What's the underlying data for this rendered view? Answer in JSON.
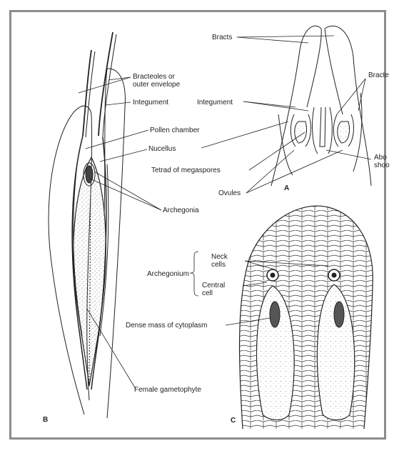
{
  "labels": {
    "bracteoles_line1": "Bracteoles or",
    "bracteoles_line2": "outer envelope",
    "integument_b": "Integument",
    "pollen_chamber": "Pollen chamber",
    "nucellus": "Nucellus",
    "archegonia": "Archegonia",
    "female_gametophyte": "Female gametophyte",
    "bracts": "Bracts",
    "bracte_cut": "Bracte",
    "integument_a": "Integument",
    "tetrad": "Tetrad of megaspores",
    "ovules": "Ovules",
    "abo_cut": "Abo",
    "shoo_cut": "shoo",
    "neck_line1": "Neck",
    "neck_line2": "cells",
    "archegonium": "Archegonium",
    "central_line1": "Central",
    "central_line2": "cell",
    "dense_mass": "Dense mass of cytoplasm"
  },
  "panels": {
    "a": "A",
    "b": "B",
    "c": "C"
  }
}
